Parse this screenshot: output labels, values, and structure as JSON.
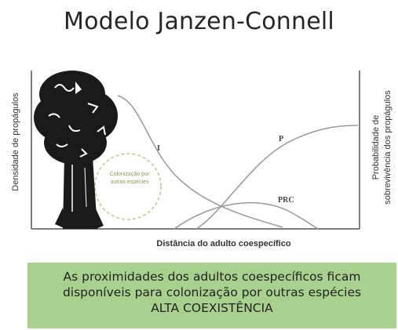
{
  "title": "Modelo Janzen-Connell",
  "axes": {
    "y_left": "Densidade de propágulos",
    "y_right_line1": "Probabilidade de",
    "y_right_line2": "sobrevivência dos propágulos",
    "x": "Distância do adulto coespecífico"
  },
  "curves": {
    "I": "I",
    "P": "P",
    "PRC": "PRC"
  },
  "colonization": {
    "line1": "Colonização por",
    "line2": "outras espécies",
    "circle_color": "#b9c98a"
  },
  "banner": {
    "line1": "As proximidades dos adultos coespecíficos ficam",
    "line2": "disponíveis para colonização por outras espécies",
    "line3": "ALTA COEXISTÊNCIA",
    "background": "#a9d18e"
  }
}
